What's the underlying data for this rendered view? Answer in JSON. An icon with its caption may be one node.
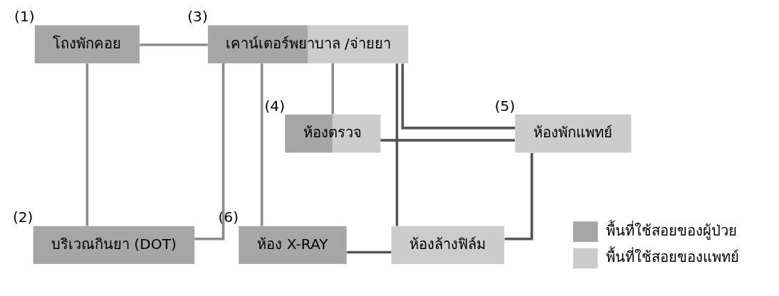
{
  "diagram": {
    "nodes": [
      {
        "text": [
          "โถงพักคอย"
        ],
        "beside": [
          "(1)"
        ]
      },
      {
        "text": [
          "บริเวณกินยา (DOT)"
        ],
        "beside": [
          "(2)"
        ]
      },
      {
        "text": [
          "เคาน์เตอร์พยาบาล /จ่ายยา"
        ],
        "beside": [
          "(3)"
        ]
      },
      {
        "text": [
          "ห้องตรวจ"
        ],
        "beside": [
          "(4)"
        ]
      },
      {
        "text": [
          "ห้องพักแพทย์"
        ],
        "beside": [
          "(5)"
        ]
      },
      {
        "text": [
          "ห้อง X-RAY"
        ],
        "beside": [
          "(6)"
        ]
      },
      {
        "text": [
          "ห้องล้างฟิล์ม"
        ]
      }
    ],
    "edges": [
      {
        "from": 0,
        "to": 2,
        "arrow": "none"
      },
      {
        "from": 0,
        "to": 1,
        "arrow": "none"
      },
      {
        "from": 2,
        "to": 1,
        "arrow": "none"
      },
      {
        "from": 3,
        "to": 2,
        "arrow": "none"
      },
      {
        "from": 3,
        "to": 4,
        "arrow": "none",
        "color": "#555555"
      },
      {
        "from": 2,
        "to": 4,
        "arrow": "none",
        "color": "#555555"
      },
      {
        "from": 2,
        "to": 6,
        "arrow": "none",
        "color": "#555555"
      },
      {
        "from": 4,
        "to": 6,
        "arrow": "none",
        "color": "#555555"
      },
      {
        "from": 2,
        "to": 5,
        "arrow": "none"
      },
      {
        "from": 5,
        "to": 6,
        "arrow": "none",
        "color": "#555555"
      }
    ],
    "legend": [
      {
        "text": "พื้นที่ใช้สอยของผู้ป่วย",
        "color": "#a6a6a6"
      },
      {
        "text": "พื้นที่ใช้สอยของแพทย์",
        "color": "#cccccc"
      }
    ]
  }
}
